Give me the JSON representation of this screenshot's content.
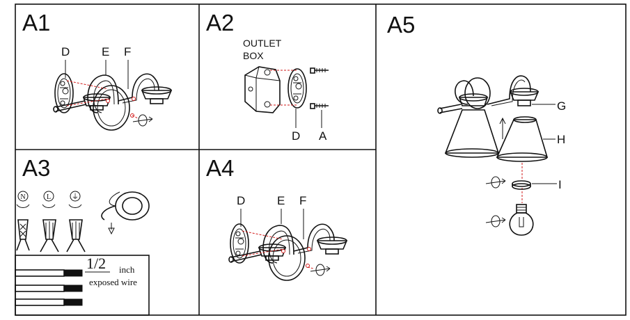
{
  "panels": [
    {
      "id": "A1",
      "label": "A1",
      "parts": [
        "D",
        "E",
        "F"
      ]
    },
    {
      "id": "A2",
      "label": "A2",
      "box_label_line1": "OUTLET",
      "box_label_line2": "BOX",
      "parts": [
        "D",
        "A"
      ]
    },
    {
      "id": "A3",
      "label": "A3",
      "wire_symbols": [
        "N",
        "L",
        "⏚"
      ],
      "fraction": "1/2",
      "unit": "inch",
      "note": "exposed wire"
    },
    {
      "id": "A4",
      "label": "A4",
      "parts": [
        "D",
        "E",
        "F"
      ]
    },
    {
      "id": "A5",
      "label": "A5",
      "parts": [
        "G",
        "H",
        "I"
      ]
    }
  ]
}
